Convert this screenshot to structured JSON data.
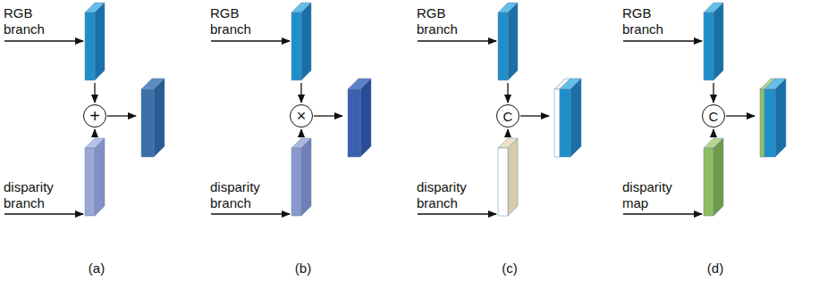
{
  "diagram": {
    "nodes": [
      {
        "text": [
          "+"
        ]
      },
      {
        "text": [
          "×"
        ]
      },
      {
        "text": [
          "C"
        ]
      },
      {
        "text": [
          "C"
        ]
      }
    ],
    "labels": [
      "RGB branch",
      "disparity branch",
      "(a)",
      "RGB branch",
      "disparity branch",
      "(b)",
      "RGB branch",
      "disparity branch",
      "(c)",
      "RGB branch",
      "disparity map",
      "(d)"
    ]
  }
}
